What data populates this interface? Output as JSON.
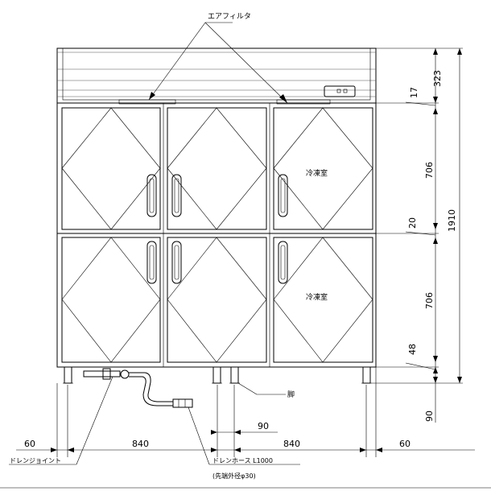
{
  "labels": {
    "air_filter": "エアフィルタ",
    "freezer": "冷凍室",
    "legs": "脚",
    "drain_joint": "ドレンジョイント",
    "drain_hose": "ドレンホース L1000",
    "drain_hose_diameter": "(先端外径φ30)"
  },
  "dimensions": {
    "height_total": "1910",
    "top_section": "323",
    "top_gap": "17",
    "door_upper": "706",
    "door_gap": "20",
    "door_lower": "706",
    "bottom_gap": "48",
    "foot_height": "90",
    "drain_offset": "90",
    "side_left": "60",
    "width_left": "840",
    "width_right": "840",
    "side_right": "60"
  },
  "colors": {
    "line": "#000000",
    "background": "#ffffff"
  }
}
